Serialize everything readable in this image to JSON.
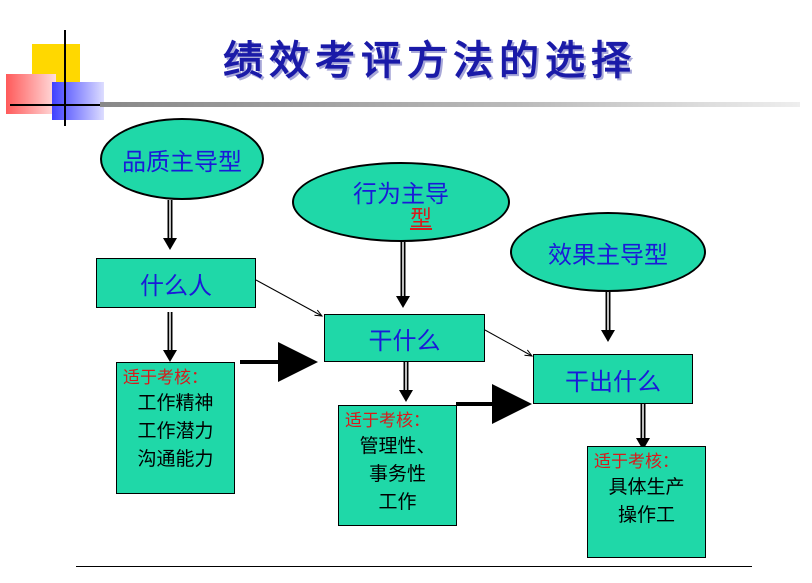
{
  "title": "绩效考评方法的选择",
  "nodes": {
    "quality_type": "品质主导型",
    "behavior_type_line1": "行为主导",
    "behavior_type_line2": "型",
    "result_type": "效果主导型",
    "who": "什么人",
    "do_what": "干什么",
    "produce_what": "干出什么"
  },
  "descriptions": {
    "quality": {
      "head": "适于考核：",
      "lines": [
        "工作精神",
        "工作潜力",
        "沟通能力"
      ]
    },
    "behavior": {
      "head": "适于考核：",
      "lines": [
        "管理性、",
        "事务性",
        "工作"
      ]
    },
    "result": {
      "head": "适于考核：",
      "lines": [
        "具体生产",
        "操作工"
      ]
    }
  },
  "colors": {
    "node_fill": "#1fd8a8",
    "title": "#1a1aa8",
    "node_text_blue": "#1a1ad8",
    "note_red": "#d81a1a"
  }
}
